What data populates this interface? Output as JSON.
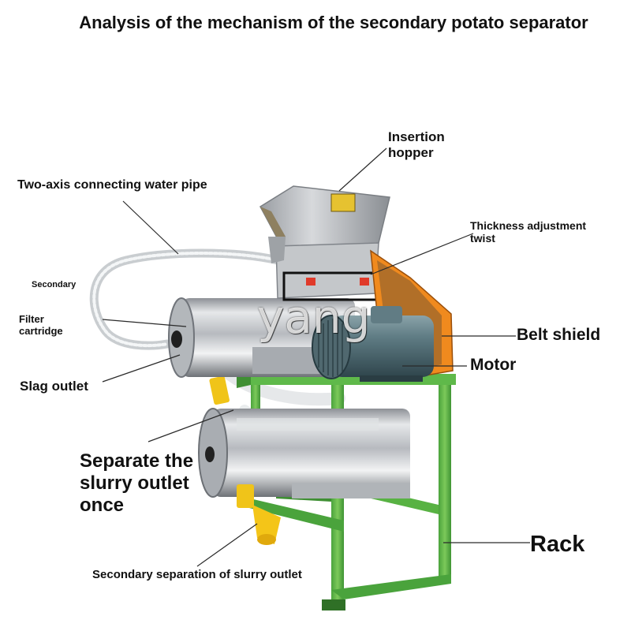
{
  "diagram": {
    "title": "Analysis of the mechanism of the secondary potato separator",
    "watermark": "yang",
    "labels": {
      "insertion_hopper": "Insertion hopper",
      "water_pipe": "Two-axis connecting water pipe",
      "thickness": "Thickness adjustment twist",
      "secondary": "Secondary",
      "filter_cartridge": "Filter cartridge",
      "belt_shield": "Belt shield",
      "motor": "Motor",
      "slag_outlet": "Slag outlet",
      "separate_once": "Separate the slurry outlet once",
      "rack": "Rack",
      "secondary_slurry": "Secondary separation of slurry outlet"
    }
  }
}
